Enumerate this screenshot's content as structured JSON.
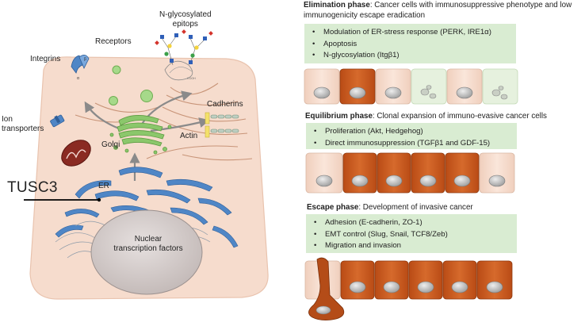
{
  "cell": {
    "labels": {
      "n_glyco": "N-glycosylated\nepitops",
      "receptors": "Receptors",
      "integrins": "Integrins",
      "cadherins": "Cadherins",
      "ion": "Ion\ntransporters",
      "golgi": "Golgi",
      "actin": "Actin",
      "er": "ER",
      "tusc3": "TUSC3",
      "nucleus": "Nuclear\ntranscription factors"
    },
    "colors": {
      "cytoplasm": "#f6dccd",
      "nucleus": "#d6cecd",
      "er": "#4f86c6",
      "golgi": "#8bc76b"
    }
  },
  "phases": [
    {
      "title_bold": "Elimination phase",
      "title_rest": ": Cancer cells  with immunosuppressive phenotype and low immunogenicity escape eradication",
      "items": [
        "Modulation of ER-stress response (PERK, IRE1α)",
        "Apoptosis",
        "N-glycosylation (Itgβ1)"
      ]
    },
    {
      "title_bold": "Equilibrium phase",
      "title_rest": ": Clonal expansion of immuno-evasive cancer cells",
      "items": [
        "Proliferation (Akt, Hedgehog)",
        "Direct immunosuppression (TGFβ1 and GDF-15)"
      ]
    },
    {
      "title_bold": "Escape phase",
      "title_rest": ": Development of invasive cancer",
      "items": [
        "Adhesion (E-cadherin, ZO-1)",
        "EMT control (Slug, Snail, TCF8/Zeb)",
        "Migration and invasion"
      ]
    }
  ],
  "palette": {
    "box_green": "#d9ecd2",
    "normal_cell": "#f7dfd2",
    "cancer_cell": "#c9561e",
    "dead_cell": "#e2efd9"
  }
}
